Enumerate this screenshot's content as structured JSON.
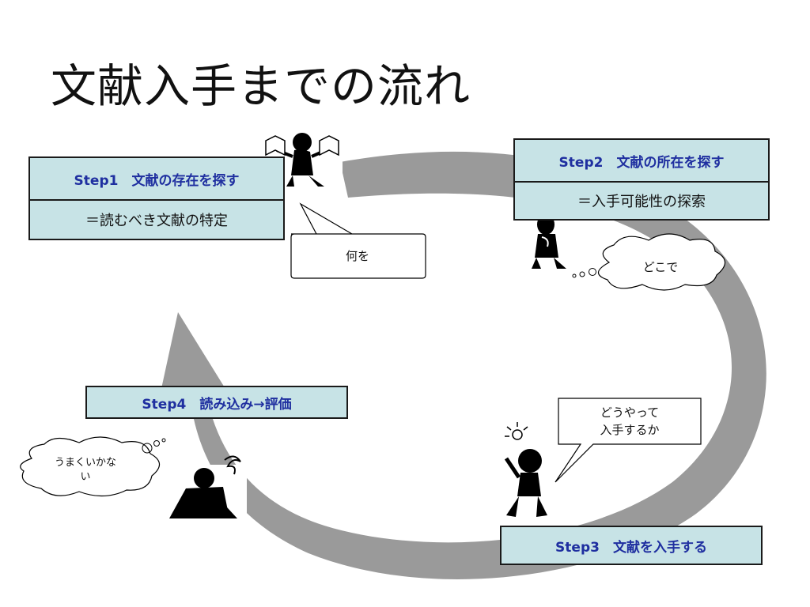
{
  "slide": {
    "title": "文献入手までの流れ"
  },
  "steps": [
    {
      "label": "Step1　文献の存在を探す",
      "detail": "＝読むべき文献の特定"
    },
    {
      "label": "Step2　文献の所在を探す",
      "detail": "＝入手可能性の探索"
    },
    {
      "label": "Step3　文献を入手する"
    },
    {
      "label": "Step4　読み込み→評価"
    }
  ],
  "bubbles": {
    "what": "何を",
    "where": "どこで",
    "how_line1": "どうやって",
    "how_line2": "入手するか",
    "notgood_line1": "うまくいかな",
    "notgood_line2": "い"
  },
  "colors": {
    "box_fill": "#c7e3e6",
    "step_text": "#1f2fa0",
    "arrow": "#9a9a9a"
  }
}
